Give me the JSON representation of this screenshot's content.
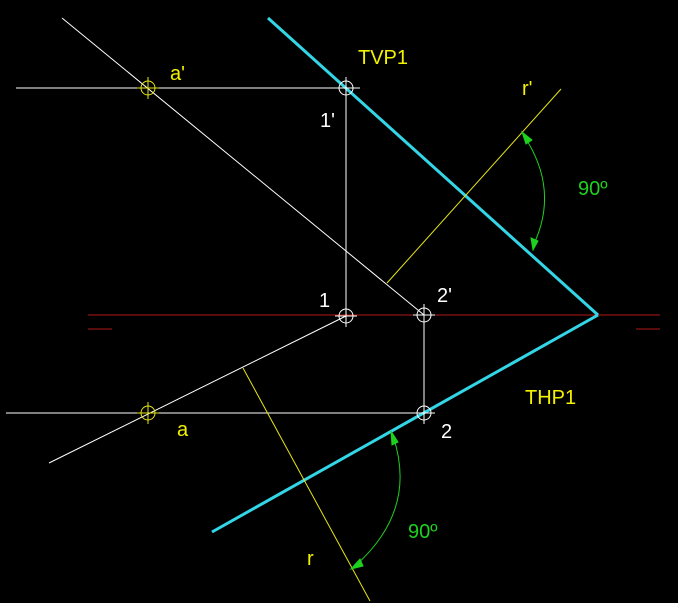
{
  "colors": {
    "background": "#000000",
    "construction": "#ffffff",
    "trace": "#33d6e6",
    "ground_line": "#b01818",
    "reference": "#e6e617",
    "angle": "#1fd11f",
    "label_yellow": "#f2f200",
    "label_white": "#ffffff",
    "label_green": "#1fd11f"
  },
  "labels": {
    "a_prime": "a'",
    "a": "a",
    "one_prime": "1'",
    "one": "1",
    "two_prime": "2'",
    "two": "2",
    "tvp1": "TVP1",
    "thp1": "THP1",
    "r_prime": "r'",
    "r": "r",
    "angle_top": "90º",
    "angle_bottom": "90º"
  }
}
